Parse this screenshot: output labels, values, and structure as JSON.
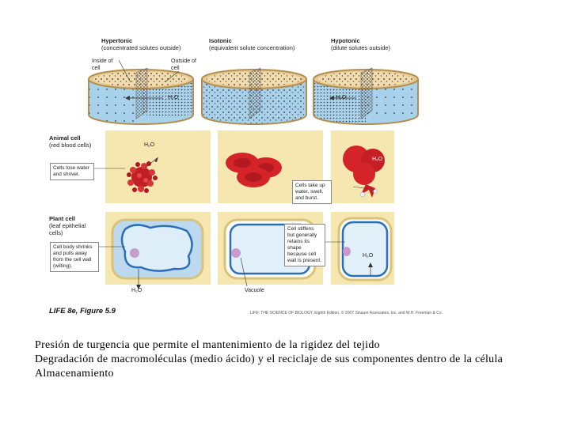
{
  "columns": [
    {
      "title": "Hypertonic",
      "subtitle": "(concentrated solutes outside)"
    },
    {
      "title": "Isotonic",
      "subtitle": "(equivalent solute concentration)"
    },
    {
      "title": "Hypotonic",
      "subtitle": "(dilute solutes outside)"
    }
  ],
  "inside_label": "Inside of cell",
  "outside_label": "Outside of cell",
  "water_label": "H₂O",
  "rows": {
    "animal": {
      "title": "Animal cell",
      "subtitle": "(red blood cells)"
    },
    "plant": {
      "title": "Plant cell",
      "subtitle": "(leaf epithelial cells)"
    }
  },
  "callouts": {
    "animal_hyper": "Cells lose water and shrivel.",
    "animal_hypo": "Cells take up water, swell, and burst.",
    "plant_hyper": "Cell body shrinks and pulls away from the cell wall (wilting).",
    "plant_hypo": "Cell stiffens but generally retains its shape because cell wall is present."
  },
  "vacuole_label": "Vacuole",
  "figure_caption": "LIFE 8e, Figure 5.9",
  "credit": "LIFE: THE SCIENCE OF BIOLOGY, Eighth Edition, © 2007 Sinauer Associates, Inc. and W.H. Freeman & Co.",
  "text_lines": [
    "Presión de turgencia que permite el mantenimiento de la rigidez del tejido",
    "Degradación de macromoléculas (medio ácido) y el reciclaje de sus componentes dentro de la célula",
    "Almacenamiento"
  ],
  "colors": {
    "water": "#a8d2ec",
    "dish": "#e6c995",
    "panel": "#f6e7b0",
    "rbc": "#d4242a",
    "cell_wall": "#d9c27a"
  }
}
